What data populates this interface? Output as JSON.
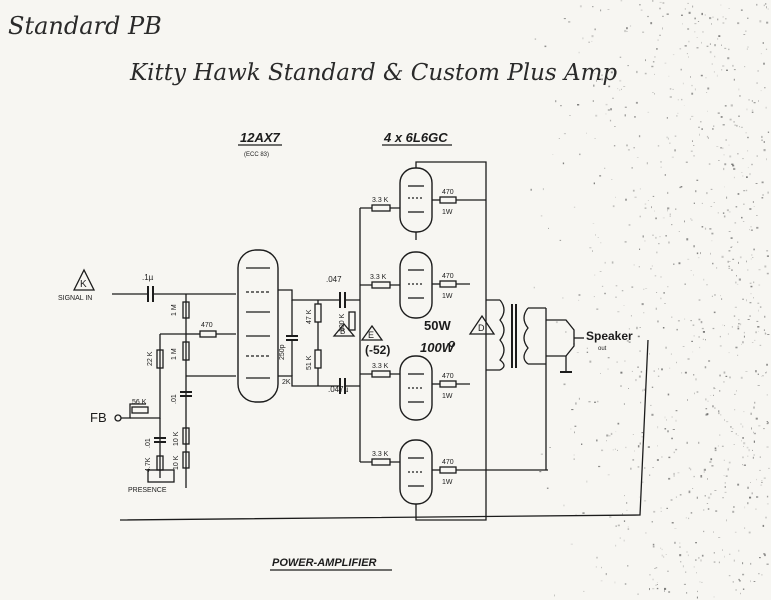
{
  "header": {
    "handwritten_line1": "Standard PB",
    "handwritten_line2": "Kitty Hawk Standard & Custom Plus Amp"
  },
  "tubes": {
    "preamp_label": "12AX7",
    "preamp_sub": "(ECC 83)",
    "power_label": "4 x 6L6GC"
  },
  "inputs": {
    "signal_label": "SIGNAL IN",
    "signal_marker": "K",
    "fb_label": "FB",
    "presence_label": "PRESENCE"
  },
  "components": {
    "c_in": ".1µ",
    "r_1m_a": "1 M",
    "r_470_pre": "470",
    "r_1m_b": "1 M",
    "r_22k": "22 K",
    "c_01": ".01",
    "r_56k": "56 K",
    "c_01b": ".01",
    "r_10k": "10 K",
    "r_4k7": "4.7K",
    "r_10k_b": "10 K",
    "c_250p": "250p",
    "r_2k": "2K",
    "c_047_top": ".047",
    "c_047_bot": ".047µ",
    "r_47k": "47 K",
    "r_51k": "51 K",
    "r_100k": "100 K",
    "r_3k3_1": "3.3 K",
    "r_3k3_2": "3.3 K",
    "r_3k3_3": "3.3 K",
    "r_3k3_4": "3.3 K",
    "r_470_1": "470",
    "r_470_2": "470",
    "r_470_3": "470",
    "r_470_4": "470",
    "w_1": "1W",
    "w_2": "1W",
    "w_3": "1W",
    "w_4": "1W"
  },
  "markers": {
    "b": "B",
    "e": "E",
    "d": "D",
    "bias": "(-52)"
  },
  "power": {
    "w50": "50W",
    "w100": "100W"
  },
  "output": {
    "speaker_label": "Speaker",
    "speaker_sub": "out"
  },
  "footer": {
    "title": "POWER-AMPLIFIER"
  }
}
